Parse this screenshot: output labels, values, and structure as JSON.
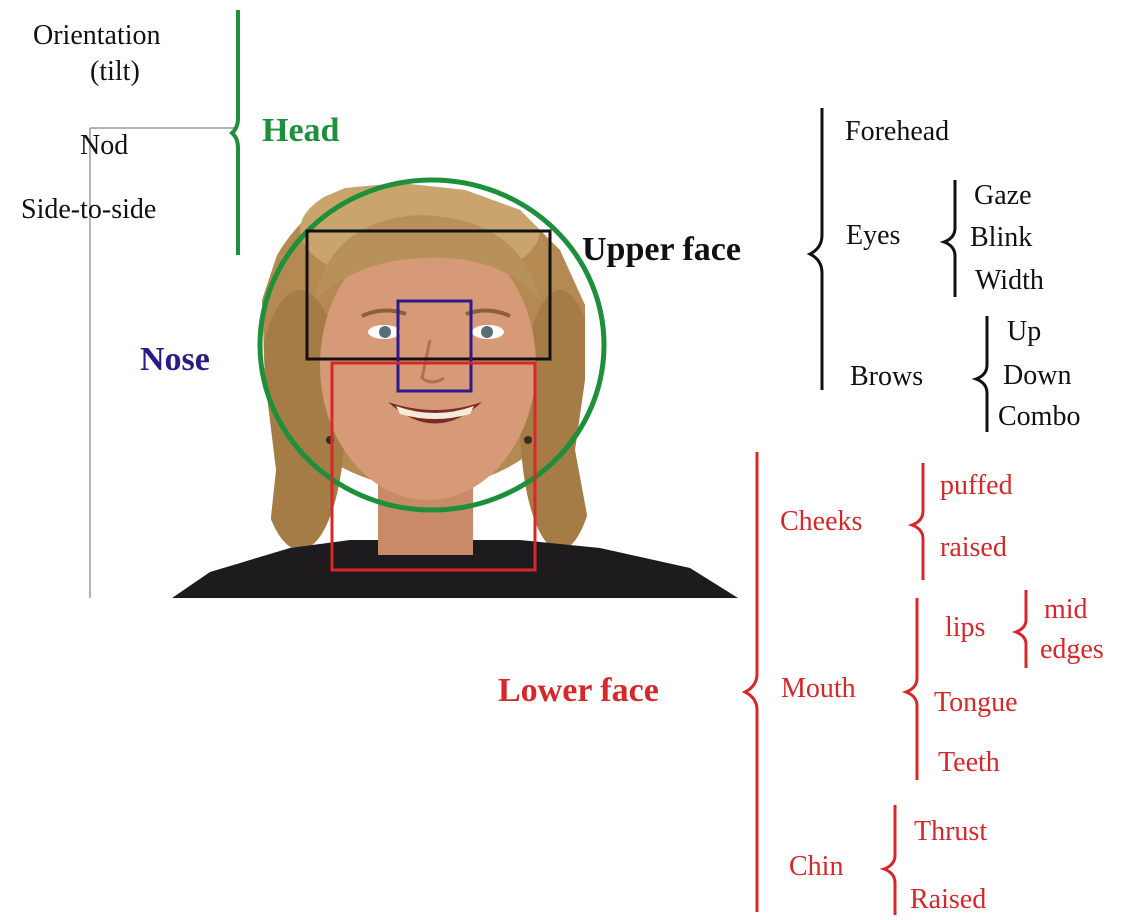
{
  "colors": {
    "head": "#1e8f3a",
    "upper_face": "#111111",
    "nose": "#2b1a8a",
    "lower_face": "#d6282a"
  },
  "head": {
    "title": "Head",
    "items": [
      "Orientation",
      "(tilt)",
      "Nod",
      "Side-to-side"
    ]
  },
  "nose": {
    "title": "Nose"
  },
  "upper_face": {
    "title": "Upper face",
    "forehead": "Forehead",
    "eyes": {
      "label": "Eyes",
      "items": [
        "Gaze",
        "Blink",
        "Width"
      ]
    },
    "brows": {
      "label": "Brows",
      "items": [
        "Up",
        "Down",
        "Combo"
      ]
    }
  },
  "lower_face": {
    "title": "Lower face",
    "cheeks": {
      "label": "Cheeks",
      "items": [
        "puffed",
        "raised"
      ]
    },
    "mouth": {
      "label": "Mouth",
      "lips": {
        "label": "lips",
        "items": [
          "mid",
          "edges"
        ]
      },
      "items": [
        "Tongue",
        "Teeth"
      ]
    },
    "chin": {
      "label": "Chin",
      "items": [
        "Thrust",
        "Raised"
      ]
    }
  }
}
